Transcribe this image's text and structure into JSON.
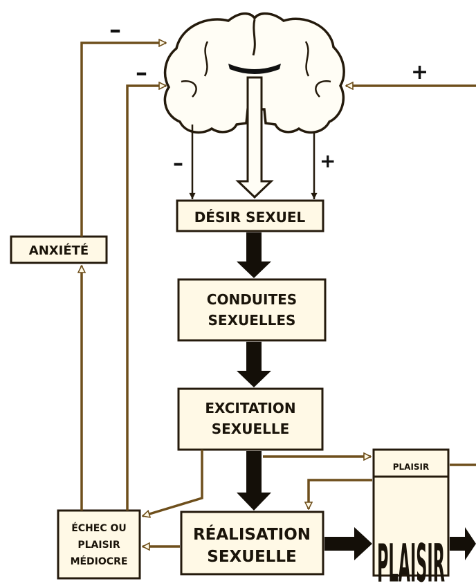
{
  "nodes": {
    "desir": "DÉSIR SEXUEL",
    "conduites_1": "CONDUITES",
    "conduites_2": "SEXUELLES",
    "excitation_1": "EXCITATION",
    "excitation_2": "SEXUELLE",
    "realisation_1": "RÉALISATION",
    "realisation_2": "SEXUELLE",
    "anxiete": "ANXIÉTÉ",
    "echec_1": "ÉCHEC OU",
    "echec_2": "PLAISIR",
    "echec_3": "MÉDIOCRE",
    "plaisir_small": "PLAISIR",
    "plaisir_big": "PLAISIR"
  },
  "signs": {
    "top_left_minus": "–",
    "left_minus": "–",
    "right_plus": "+",
    "brain_minus": "–",
    "brain_plus": "+"
  },
  "colors": {
    "box_fill": "#fff9e6",
    "box_stroke": "#241a0c",
    "wire": "#6e4f1c",
    "arrow_fill": "#140f08"
  }
}
